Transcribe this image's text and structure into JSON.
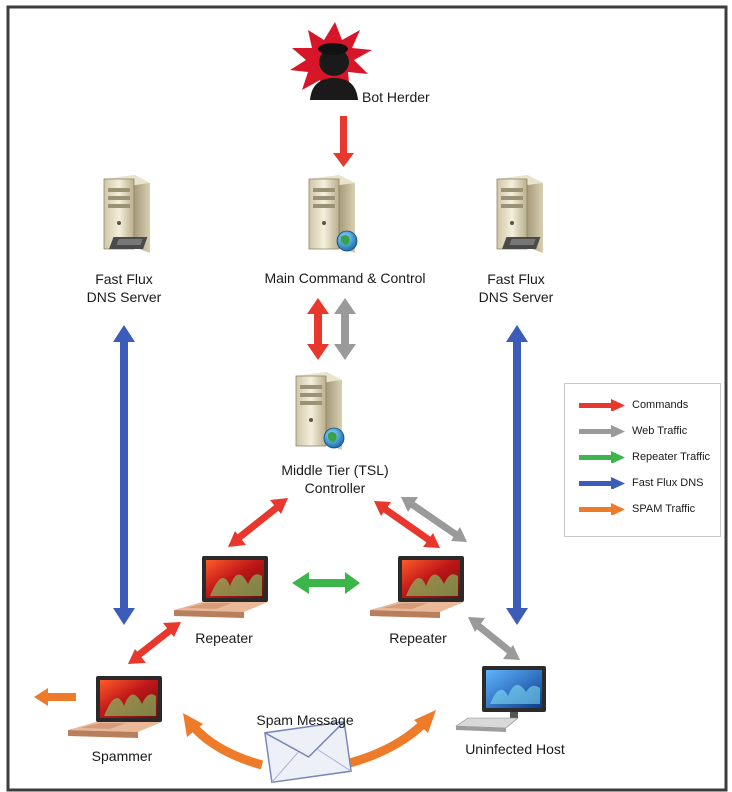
{
  "nodes": {
    "bot_herder": "Bot Herder",
    "main_cc": "Main Command & Control",
    "dns_left_line1": "Fast Flux",
    "dns_left_line2": "DNS Server",
    "dns_right_line1": "Fast Flux",
    "dns_right_line2": "DNS Server",
    "middle_line1": "Middle Tier (TSL)",
    "middle_line2": "Controller",
    "repeater_left": "Repeater",
    "repeater_right": "Repeater",
    "spammer": "Spammer",
    "uninfected": "Uninfected Host",
    "spam_message": "Spam Message"
  },
  "legend": [
    {
      "label": "Commands",
      "color": "#e8382d"
    },
    {
      "label": "Web Traffic",
      "color": "#9a9a9a"
    },
    {
      "label": "Repeater Traffic",
      "color": "#3cb54a"
    },
    {
      "label": "Fast Flux DNS",
      "color": "#3b5cb8"
    },
    {
      "label": "SPAM Traffic",
      "color": "#ee7b2a"
    }
  ],
  "icons": {
    "server": "server-tower-icon",
    "laptop": "laptop-icon",
    "desktop": "desktop-monitor-icon",
    "envelope": "envelope-icon",
    "bot_herder": "hooded-hacker-icon",
    "globe": "globe-badge-icon"
  }
}
